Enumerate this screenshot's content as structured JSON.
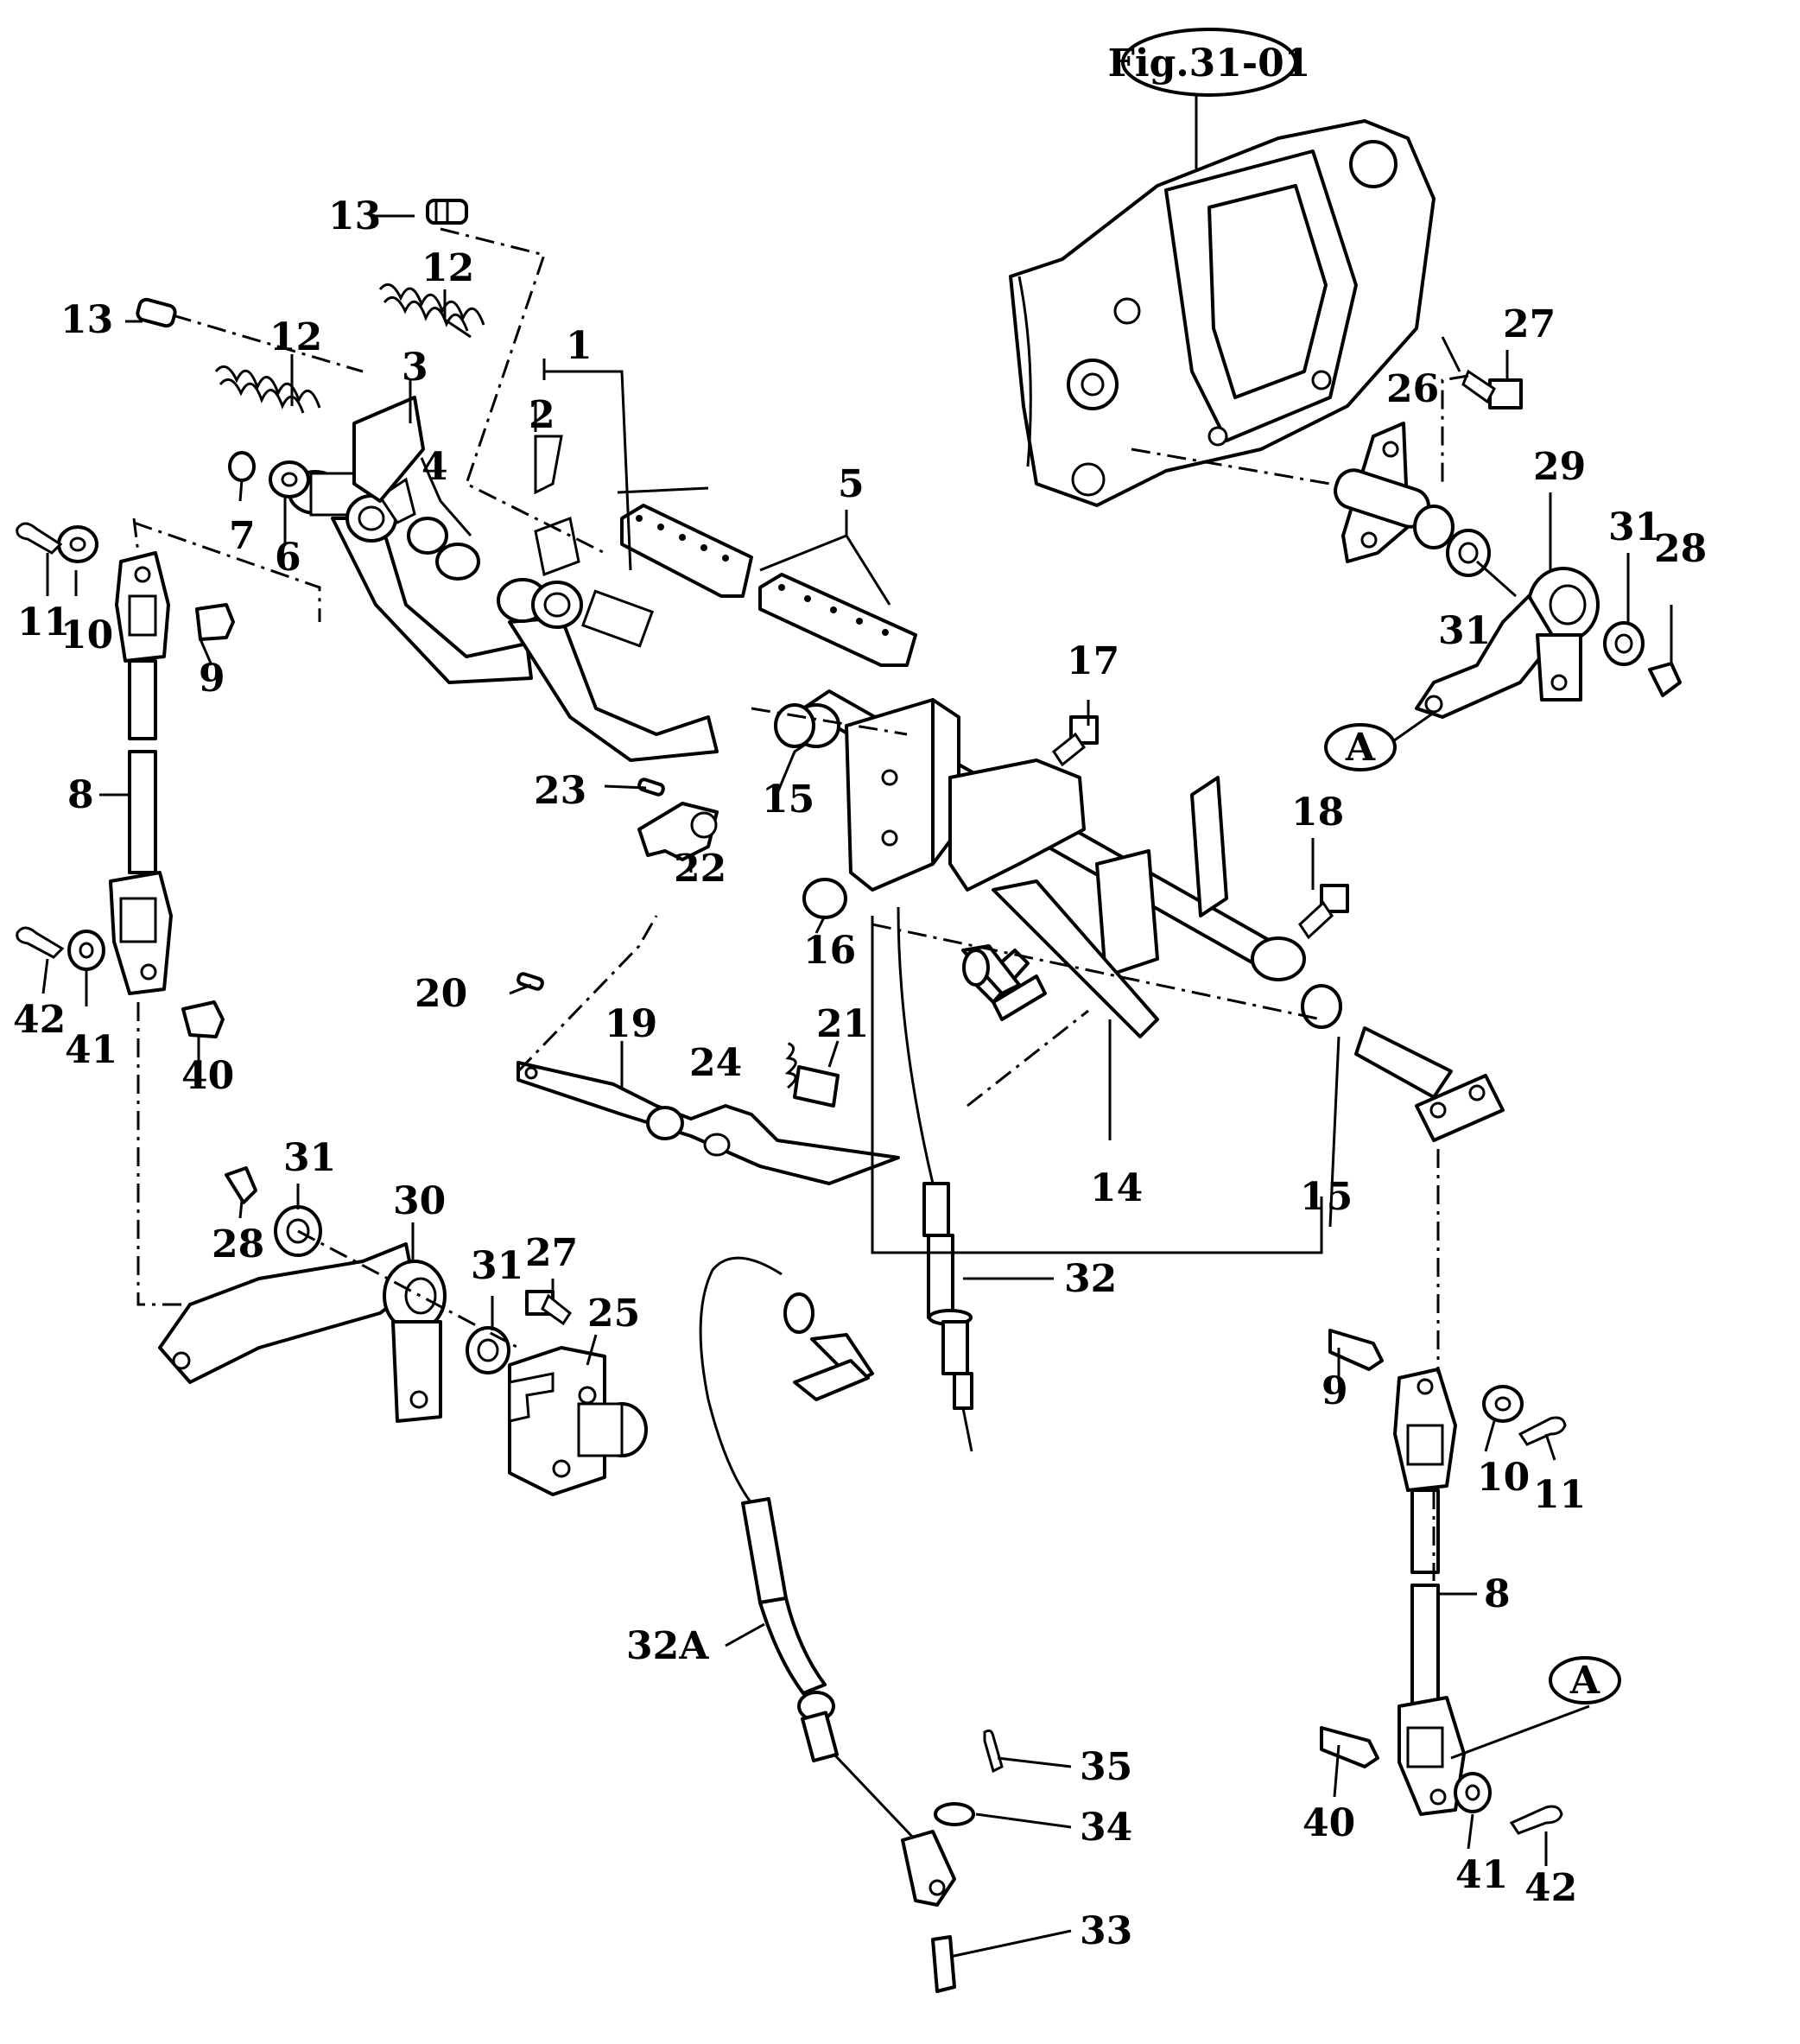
{
  "figure_ref": "Fig.31-01",
  "view_ref": "A",
  "callouts": {
    "c1": "1",
    "c2": "2",
    "c3": "3",
    "c4": "4",
    "c5": "5",
    "c6": "6",
    "c7": "7",
    "c8": "8",
    "c9": "9",
    "c10": "10",
    "c11": "11",
    "c12": "12",
    "c13": "13",
    "c14": "14",
    "c15": "15",
    "c16": "16",
    "c17": "17",
    "c18": "18",
    "c19": "19",
    "c20": "20",
    "c21": "21",
    "c22": "22",
    "c23": "23",
    "c24": "24",
    "c25": "25",
    "c26": "26",
    "c27": "27",
    "c28": "28",
    "c29": "29",
    "c30": "30",
    "c31": "31",
    "c32": "32",
    "c32A": "32A",
    "c33": "33",
    "c34": "34",
    "c35": "35",
    "c40": "40",
    "c41": "41",
    "c42": "42"
  }
}
